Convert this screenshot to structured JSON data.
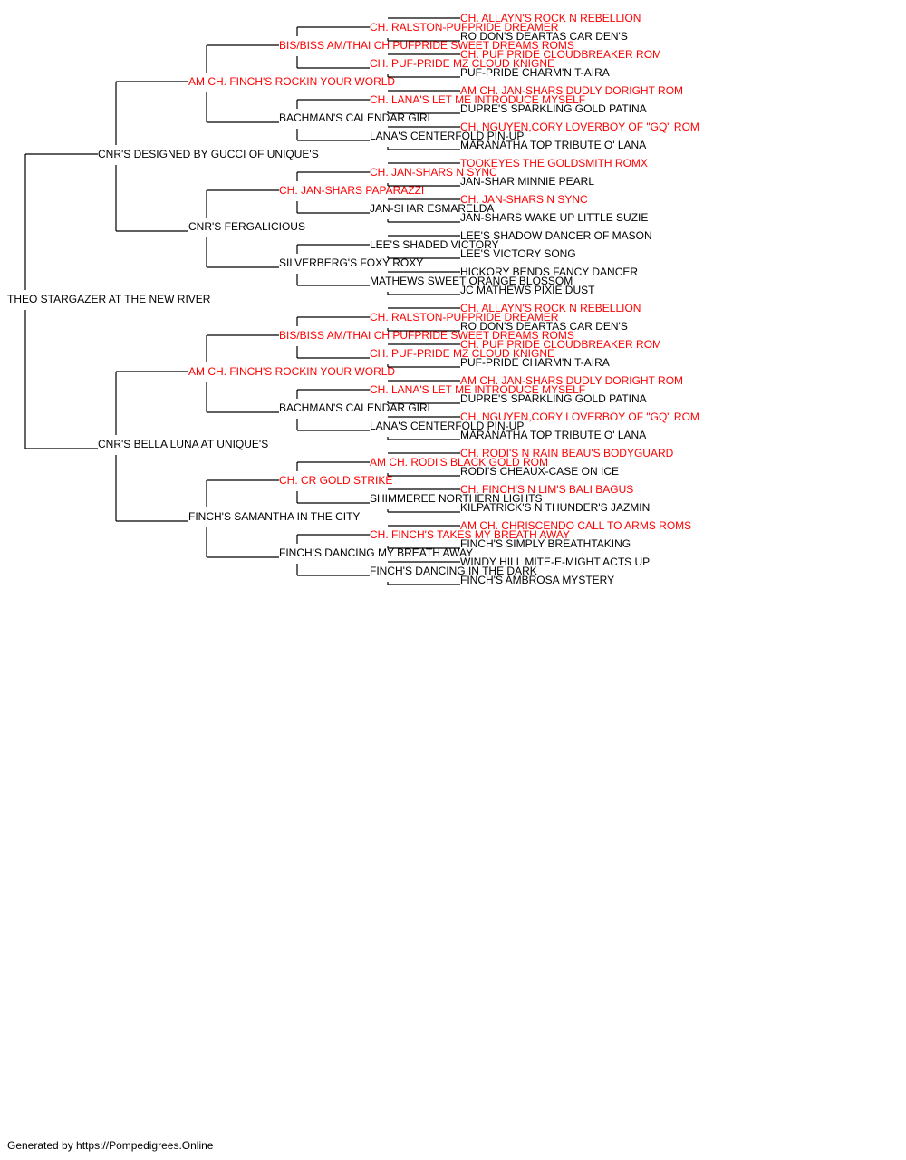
{
  "colors": {
    "champion": "#ff0000",
    "normal": "#000000",
    "line": "#000000"
  },
  "root": {
    "name": "THEO STARGAZER AT THE NEW RIVER",
    "ch": false
  },
  "pedigree": [
    {
      "name": "CNR'S DESIGNED BY GUCCI OF UNIQUE'S",
      "ch": false
    },
    {
      "name": "CNR'S BELLA LUNA AT UNIQUE'S",
      "ch": false
    },
    {
      "name": "AM CH. FINCH'S ROCKIN YOUR WORLD",
      "ch": true
    },
    {
      "name": "CNR'S FERGALICIOUS",
      "ch": false
    },
    {
      "name": "AM CH. FINCH'S ROCKIN YOUR WORLD",
      "ch": true
    },
    {
      "name": "FINCH'S SAMANTHA IN THE CITY",
      "ch": false
    },
    {
      "name": "BIS/BISS AM/THAI CH PUFPRIDE SWEET DREAMS ROMS",
      "ch": true
    },
    {
      "name": "BACHMAN'S CALENDAR GIRL",
      "ch": false
    },
    {
      "name": "CH. JAN-SHARS PAPARAZZI",
      "ch": true
    },
    {
      "name": "SILVERBERG'S FOXY ROXY",
      "ch": false
    },
    {
      "name": "BIS/BISS AM/THAI CH PUFPRIDE SWEET DREAMS ROMS",
      "ch": true
    },
    {
      "name": "BACHMAN'S CALENDAR GIRL",
      "ch": false
    },
    {
      "name": "CH. CR GOLD STRIKE",
      "ch": true
    },
    {
      "name": "FINCH'S DANCING MY BREATH AWAY",
      "ch": false
    },
    {
      "name": "CH. RALSTON-PUFPRIDE DREAMER",
      "ch": true
    },
    {
      "name": "CH. PUF-PRIDE MZ CLOUD KNIGNE",
      "ch": true
    },
    {
      "name": "CH. LANA'S LET ME INTRODUCE MYSELF",
      "ch": true
    },
    {
      "name": "LANA'S CENTERFOLD PIN-UP",
      "ch": false
    },
    {
      "name": "CH. JAN-SHARS N SYNC",
      "ch": true
    },
    {
      "name": "JAN-SHAR ESMARELDA",
      "ch": false
    },
    {
      "name": "LEE'S SHADED VICTORY",
      "ch": false
    },
    {
      "name": "MATHEWS SWEET ORANGE BLOSSOM",
      "ch": false
    },
    {
      "name": "CH. RALSTON-PUFPRIDE DREAMER",
      "ch": true
    },
    {
      "name": "CH. PUF-PRIDE MZ CLOUD KNIGNE",
      "ch": true
    },
    {
      "name": "CH. LANA'S LET ME INTRODUCE MYSELF",
      "ch": true
    },
    {
      "name": "LANA'S CENTERFOLD PIN-UP",
      "ch": false
    },
    {
      "name": "AM CH. RODI'S BLACK GOLD ROM",
      "ch": true
    },
    {
      "name": "SHIMMEREE NORTHERN LIGHTS",
      "ch": false
    },
    {
      "name": "CH. FINCH'S TAKES MY BREATH AWAY",
      "ch": true
    },
    {
      "name": "FINCH'S DANCING IN THE DARK",
      "ch": false
    },
    {
      "name": "CH. ALLAYN'S ROCK N REBELLION",
      "ch": true
    },
    {
      "name": "RO DON'S DEARTAS CAR DEN'S",
      "ch": false
    },
    {
      "name": "CH. PUF PRIDE CLOUDBREAKER ROM",
      "ch": true
    },
    {
      "name": "PUF-PRIDE CHARM'N T-AIRA",
      "ch": false
    },
    {
      "name": "AM CH. JAN-SHARS DUDLY DORIGHT ROM",
      "ch": true
    },
    {
      "name": "DUPRE'S SPARKLING GOLD PATINA",
      "ch": false
    },
    {
      "name": "CH. NGUYEN,CORY LOVERBOY OF \"GQ\" ROM",
      "ch": true
    },
    {
      "name": "MARANATHA TOP TRIBUTE O' LANA",
      "ch": false
    },
    {
      "name": "TOOKEYES THE GOLDSMITH ROMX",
      "ch": true
    },
    {
      "name": "JAN-SHAR MINNIE PEARL",
      "ch": false
    },
    {
      "name": "CH. JAN-SHARS N SYNC",
      "ch": true
    },
    {
      "name": "JAN-SHARS WAKE UP LITTLE SUZIE",
      "ch": false
    },
    {
      "name": "LEE'S SHADOW DANCER OF MASON",
      "ch": false
    },
    {
      "name": "LEE'S VICTORY SONG",
      "ch": false
    },
    {
      "name": "HICKORY BENDS FANCY DANCER",
      "ch": false
    },
    {
      "name": "JC MATHEWS PIXIE DUST",
      "ch": false
    },
    {
      "name": "CH. ALLAYN'S ROCK N REBELLION",
      "ch": true
    },
    {
      "name": "RO DON'S DEARTAS CAR DEN'S",
      "ch": false
    },
    {
      "name": "CH. PUF PRIDE CLOUDBREAKER ROM",
      "ch": true
    },
    {
      "name": "PUF-PRIDE CHARM'N T-AIRA",
      "ch": false
    },
    {
      "name": "AM CH. JAN-SHARS DUDLY DORIGHT ROM",
      "ch": true
    },
    {
      "name": "DUPRE'S SPARKLING GOLD PATINA",
      "ch": false
    },
    {
      "name": "CH. NGUYEN,CORY LOVERBOY OF \"GQ\" ROM",
      "ch": true
    },
    {
      "name": "MARANATHA TOP TRIBUTE O' LANA",
      "ch": false
    },
    {
      "name": "CH. RODI'S N RAIN BEAU'S BODYGUARD",
      "ch": true
    },
    {
      "name": "RODI'S CHEAUX-CASE ON ICE",
      "ch": false
    },
    {
      "name": "CH. FINCH'S N LIM'S BALI BAGUS",
      "ch": true
    },
    {
      "name": "KILPATRICK'S N THUNDER'S JAZMIN",
      "ch": false
    },
    {
      "name": "AM CH. CHRISCENDO CALL TO ARMS ROMS",
      "ch": true
    },
    {
      "name": "FINCH'S SIMPLY BREATHTAKING",
      "ch": false
    },
    {
      "name": "WINDY HILL MITE-E-MIGHT ACTS UP",
      "ch": false
    },
    {
      "name": "FINCH'S AMBROSA MYSTERY",
      "ch": false
    }
  ],
  "footer": "Generated by https://Pompedigrees.Online"
}
